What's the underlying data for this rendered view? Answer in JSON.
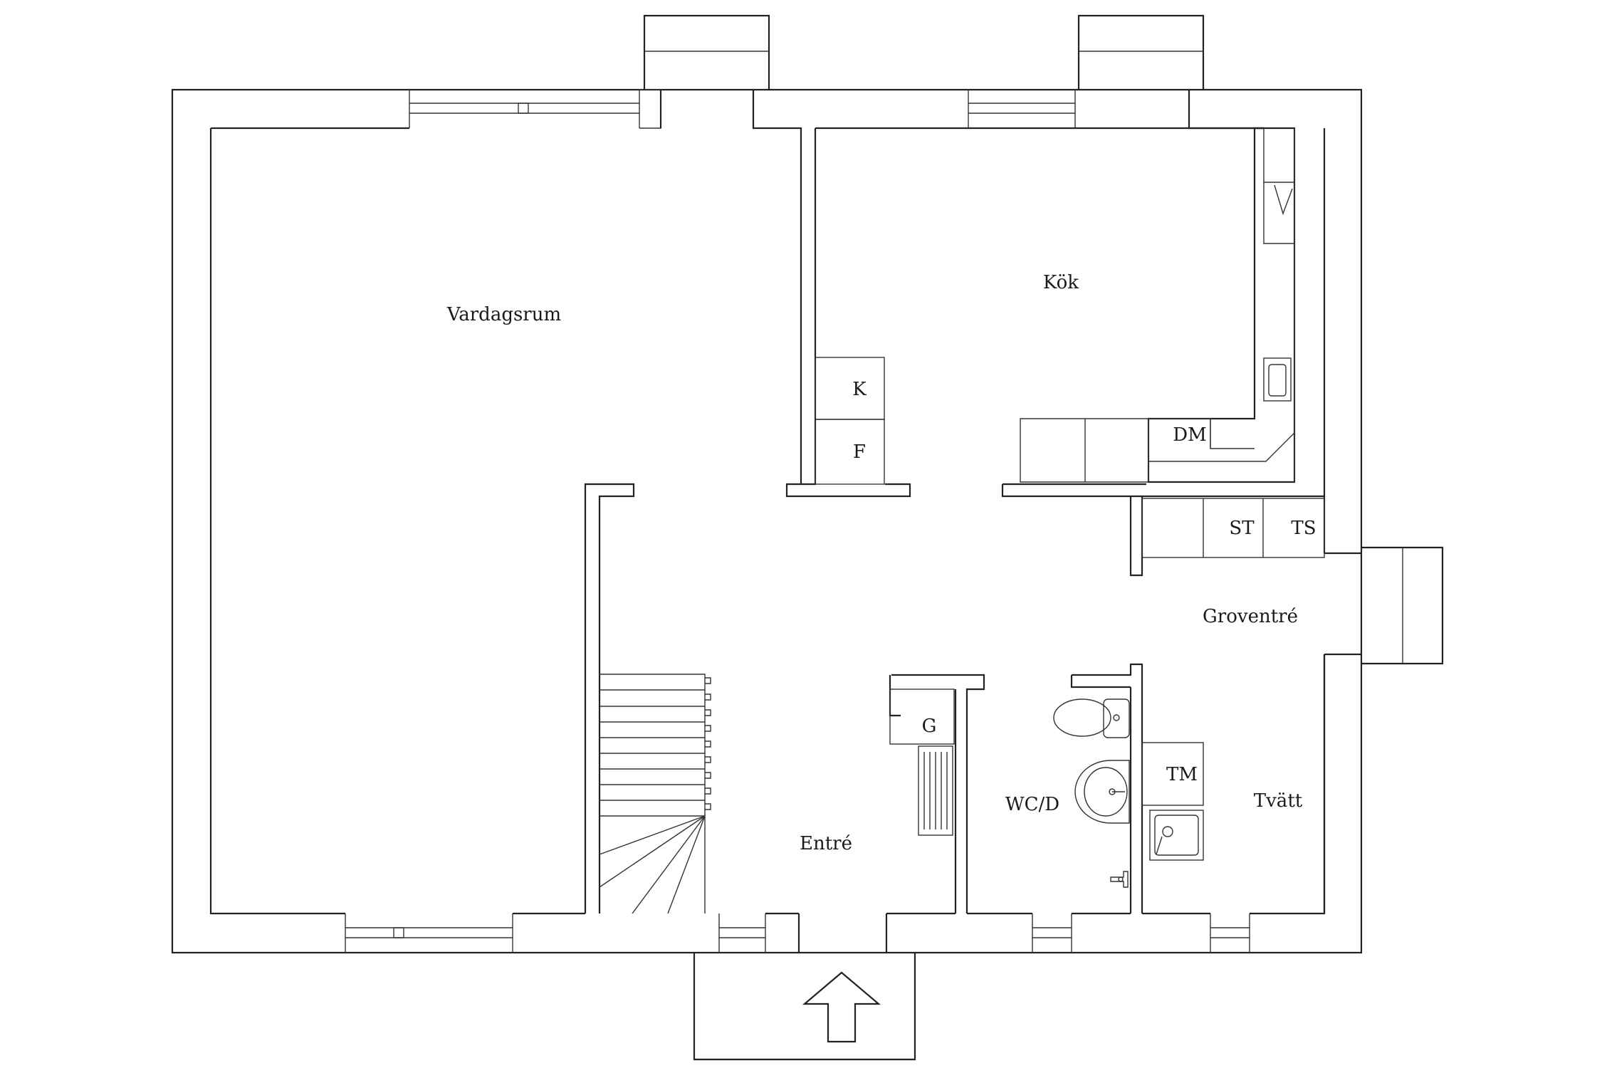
{
  "floor_plan": {
    "rooms": {
      "vardagsrum": "Vardagsrum",
      "kok": "Kök",
      "entre": "Entré",
      "groventre": "Groventré",
      "wcd": "WC/D",
      "tvatt": "Tvätt"
    },
    "appliances": {
      "k": "K",
      "f": "F",
      "dm": "DM",
      "st": "ST",
      "ts": "TS",
      "tm": "TM",
      "g": "G"
    }
  }
}
